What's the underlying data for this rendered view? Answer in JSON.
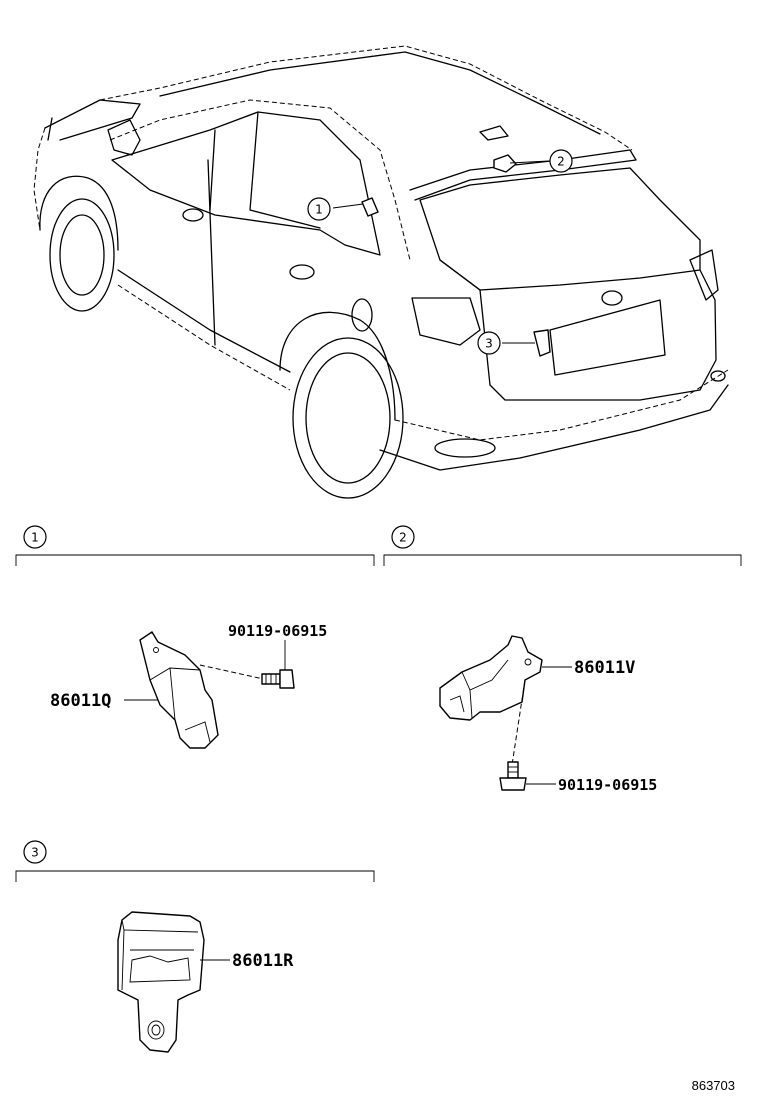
{
  "vehicle_callouts": [
    "1",
    "2",
    "3"
  ],
  "sections": [
    {
      "number": "1",
      "parts": [
        {
          "part_no": "86011Q"
        },
        {
          "part_no": "90119-06915"
        }
      ]
    },
    {
      "number": "2",
      "parts": [
        {
          "part_no": "86011V"
        },
        {
          "part_no": "90119-06915"
        }
      ]
    },
    {
      "number": "3",
      "parts": [
        {
          "part_no": "86011R"
        }
      ]
    }
  ],
  "illustration_id": "863703"
}
